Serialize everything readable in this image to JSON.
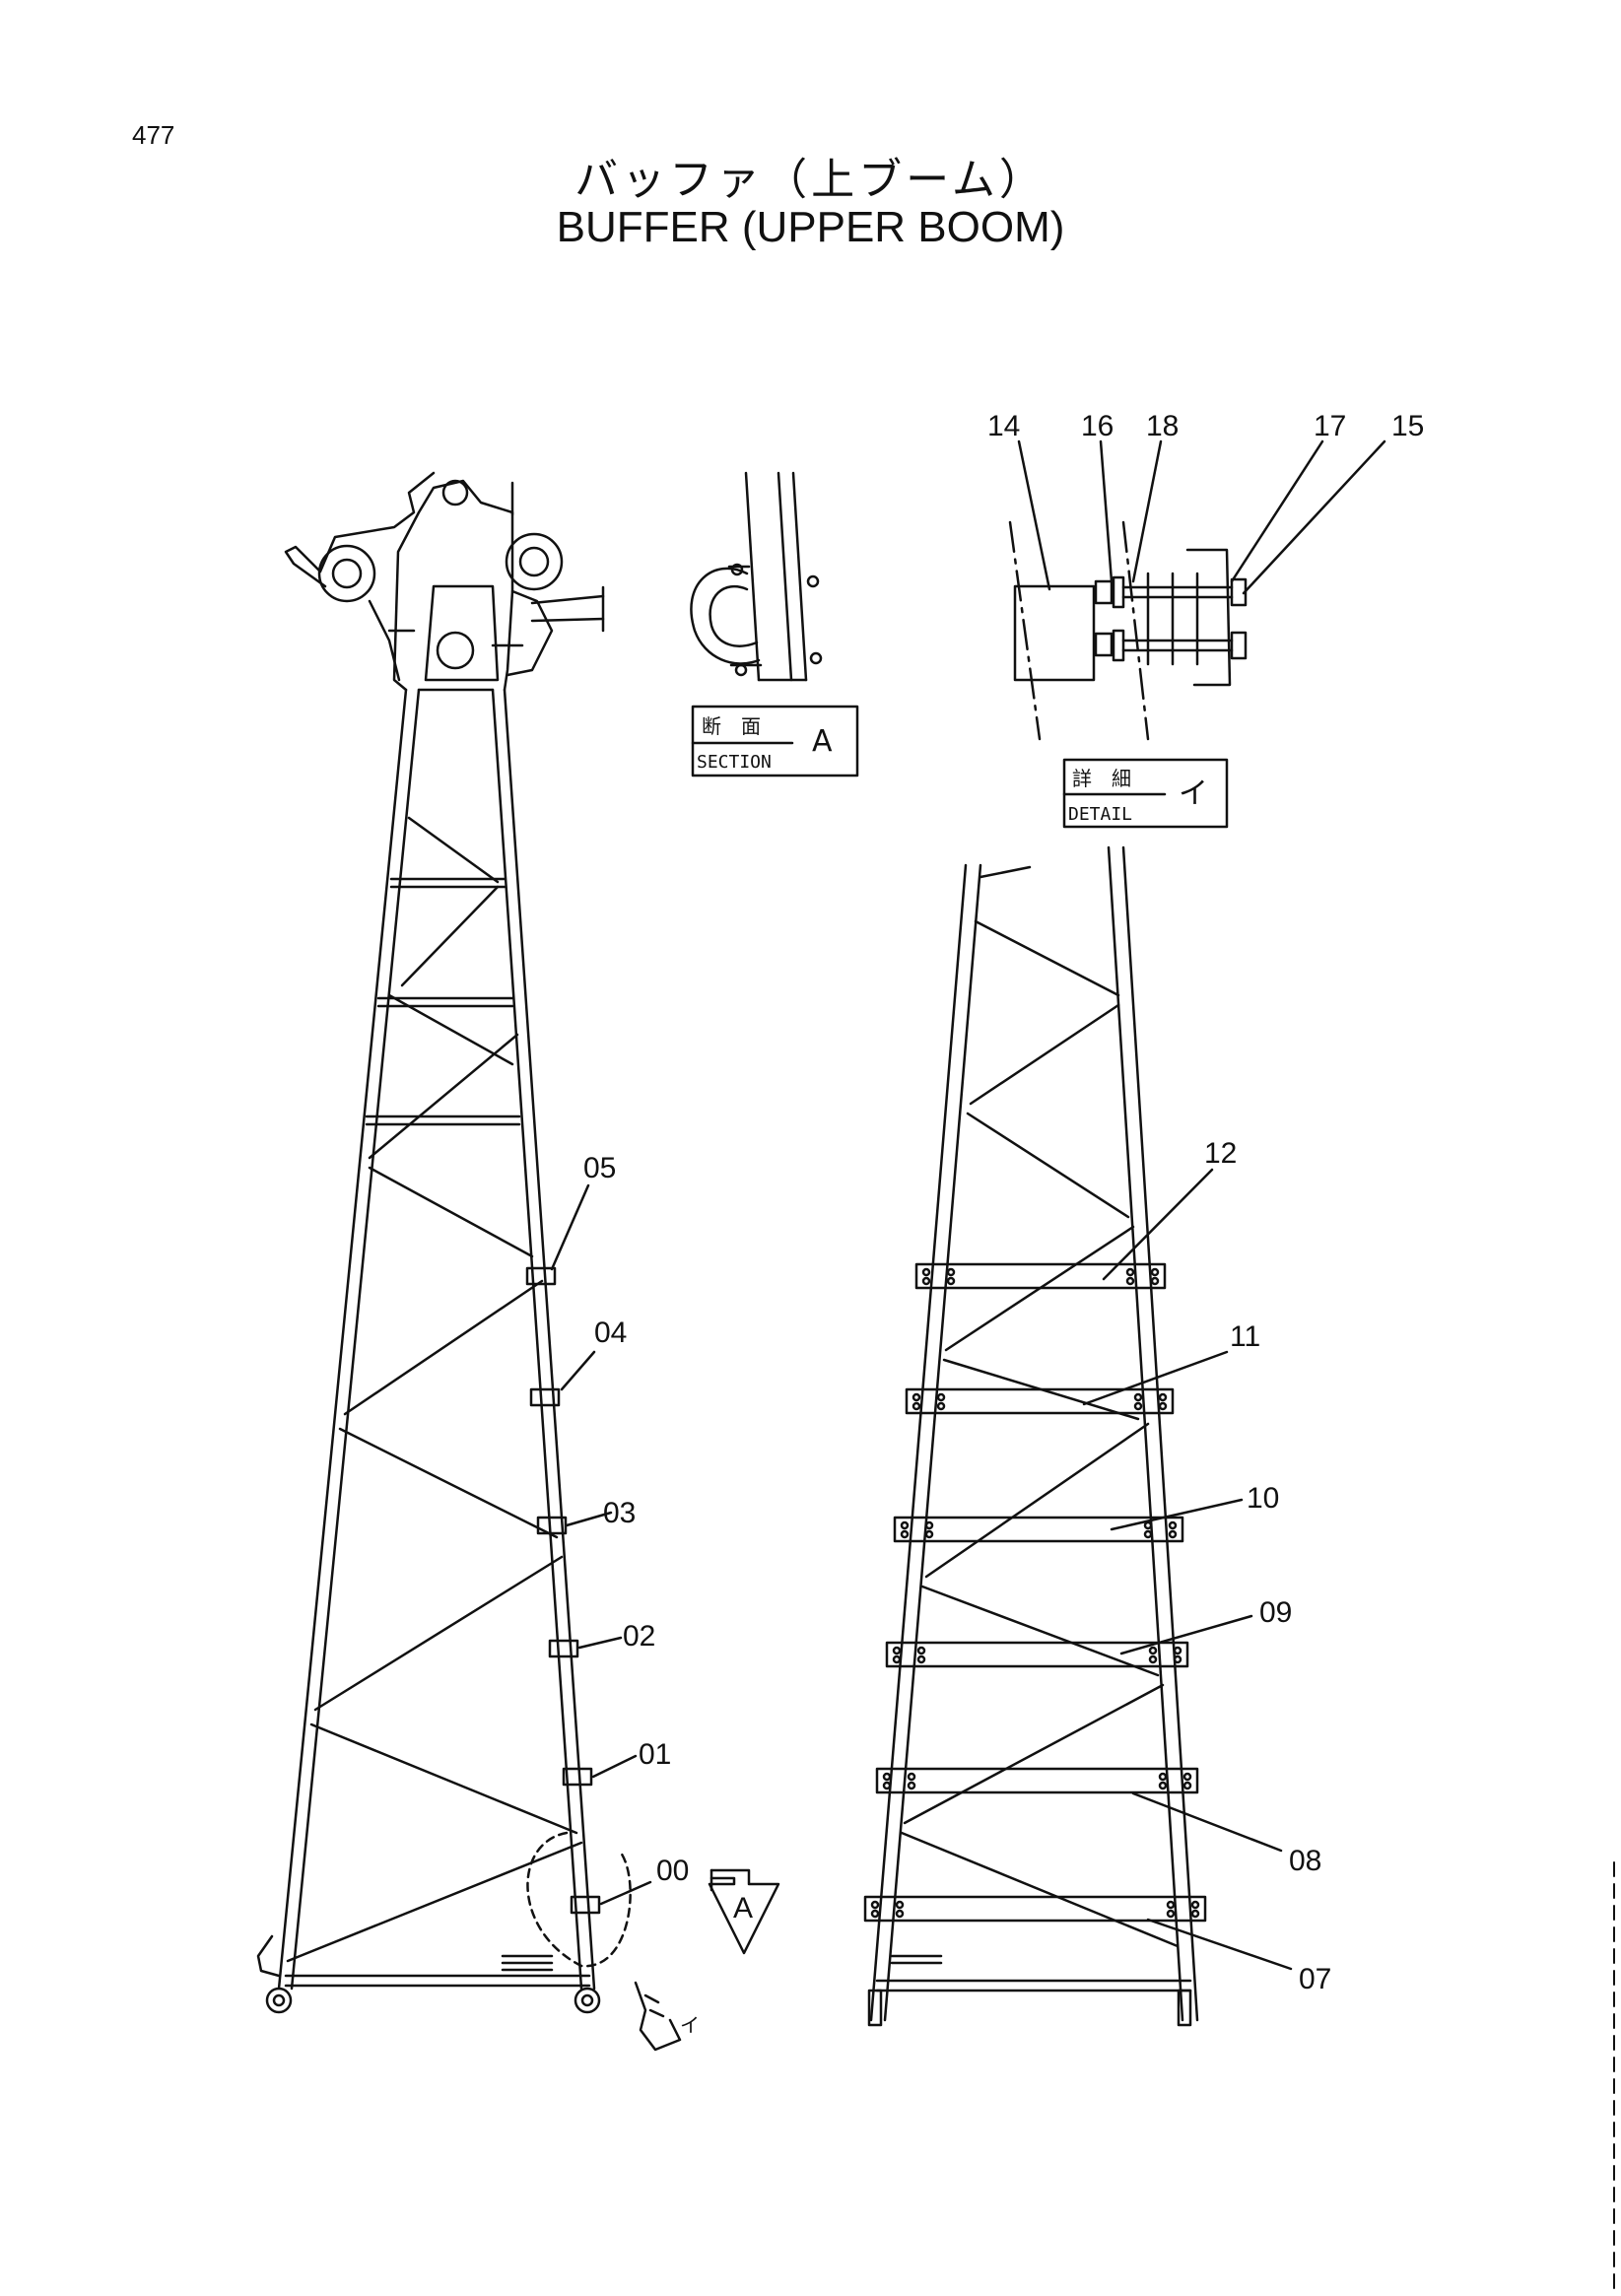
{
  "page_number": "477",
  "title_jp": "バッファ（上ブーム）",
  "title_en": "BUFFER (UPPER BOOM)",
  "section_box": {
    "jp": "断　面",
    "en": "SECTION",
    "letter": "A"
  },
  "detail_box": {
    "jp": "詳　細",
    "en": "DETAIL",
    "letter": "イ"
  },
  "view_marker_a": "A",
  "view_marker_i": "イ",
  "callouts": {
    "c00": "00",
    "c01": "01",
    "c02": "02",
    "c03": "03",
    "c04": "04",
    "c05": "05",
    "c07": "07",
    "c08": "08",
    "c09": "09",
    "c10": "10",
    "c11": "11",
    "c12": "12",
    "c14": "14",
    "c15": "15",
    "c16": "16",
    "c17": "17",
    "c18": "18"
  },
  "colors": {
    "ink": "#111111",
    "paper": "#ffffff"
  }
}
